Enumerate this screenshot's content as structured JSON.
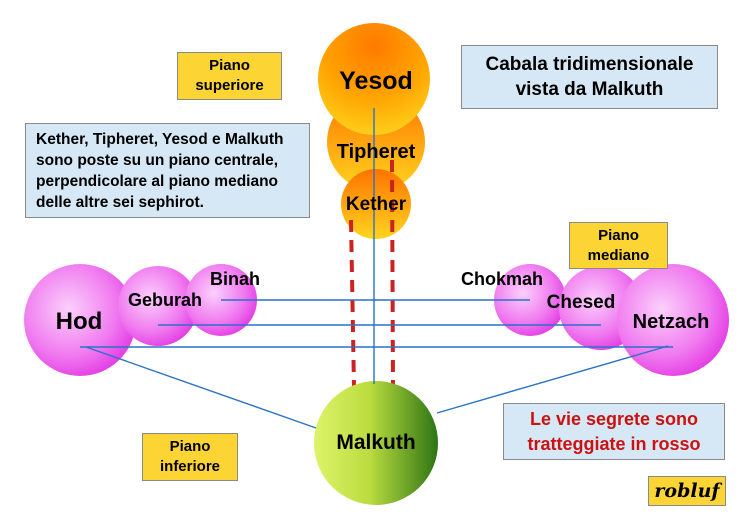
{
  "title": "Cabala tridimensionale\nvista da Malkuth",
  "planes": {
    "upper": "Piano\nsuperiore",
    "middle": "Piano\nmediano",
    "lower": "Piano\ninferiore"
  },
  "note": "Kether, Tipheret, Yesod e Malkuth\nsono poste su un piano centrale,\nperpendicolare al piano mediano\ndelle altre sei sephirot.",
  "secret_paths": "Le vie segrete sono\ntratteggiate in rosso",
  "brand": "robluf",
  "sephirot": {
    "yesod": "Yesod",
    "tipheret": "Tipheret",
    "kether": "Kether",
    "malkuth": "Malkuth",
    "hod": "Hod",
    "geburah": "Geburah",
    "binah": "Binah",
    "chokmah": "Chokmah",
    "chesed": "Chesed",
    "netzach": "Netzach"
  },
  "colors": {
    "orange_top": "#ff8a00",
    "orange_bottom": "#ffd21a",
    "magenta": "#e83ce8",
    "magenta_light": "#f7b7f7",
    "malkuth_light": "#d8ef5a",
    "malkuth_dark": "#2f7a17",
    "path_blue": "#2a72c8",
    "secret_red": "#cc2222"
  }
}
